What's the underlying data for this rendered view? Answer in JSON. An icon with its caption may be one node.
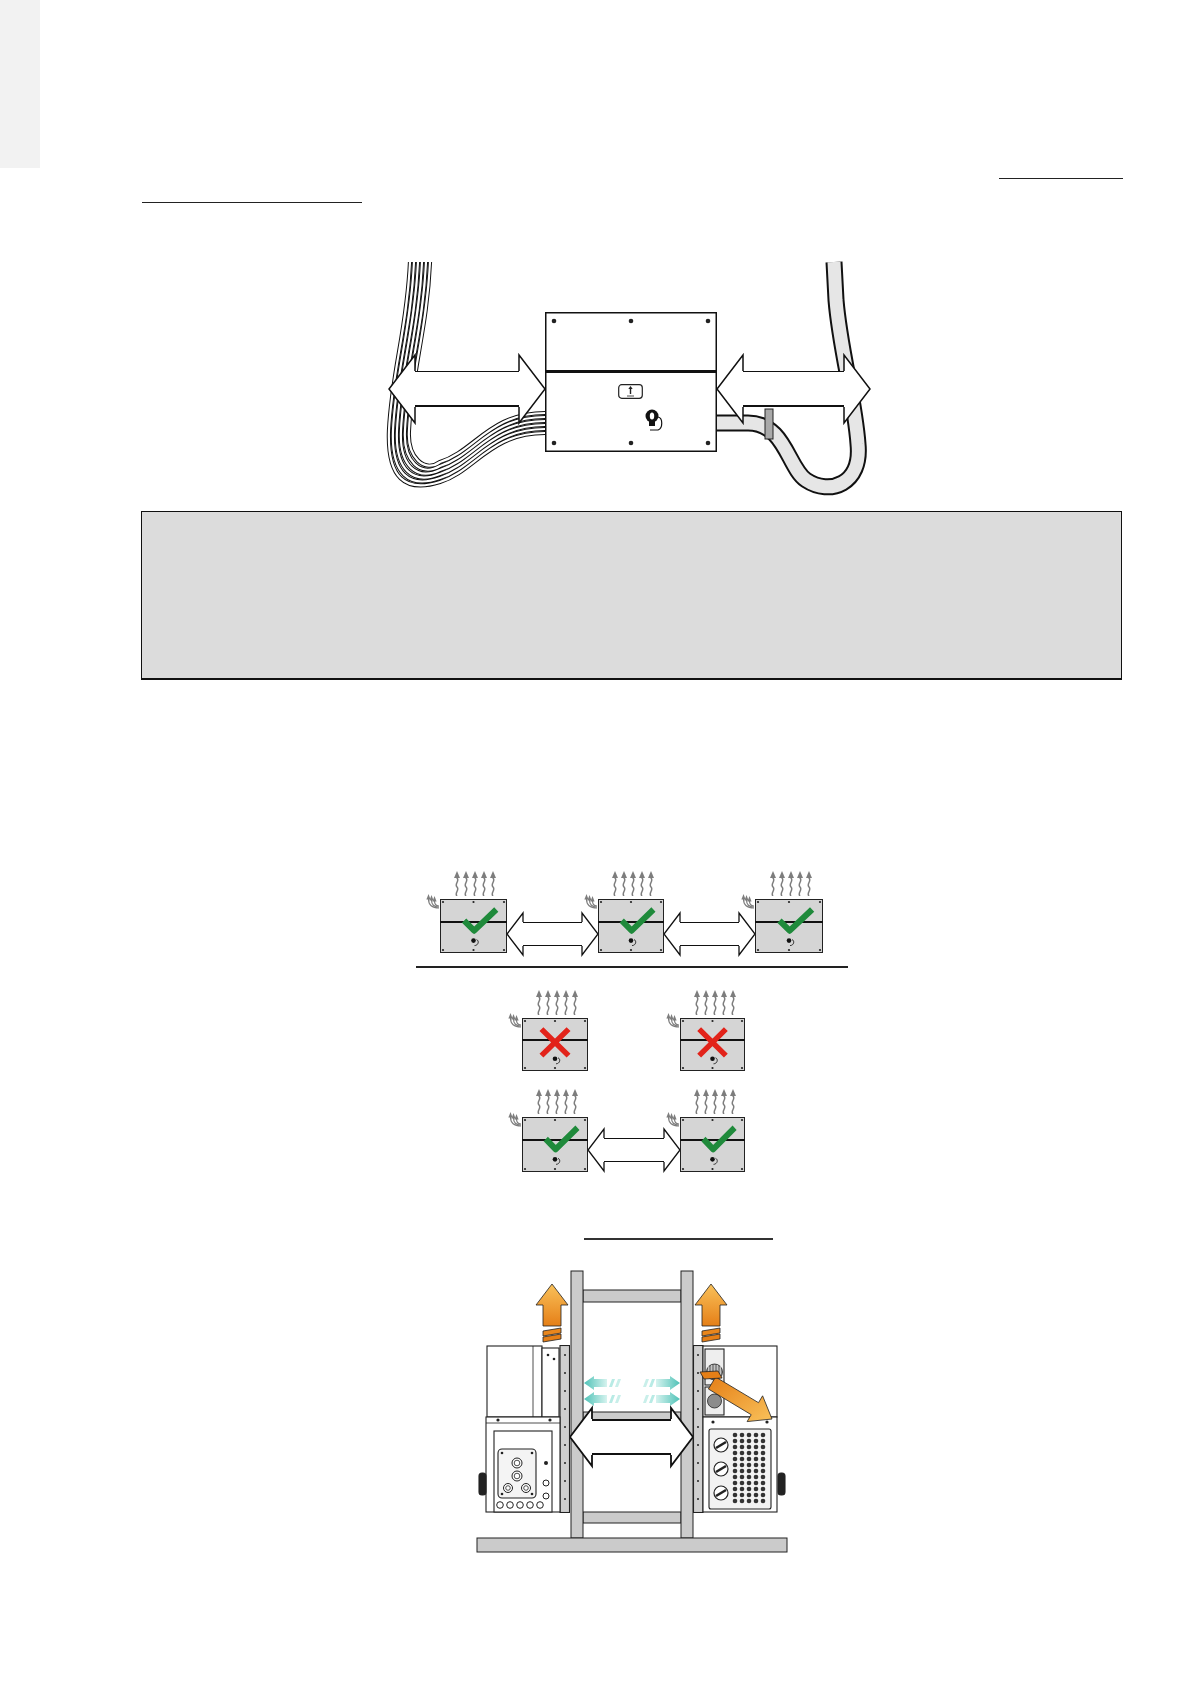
{
  "diagram": {
    "nodes": [
      {
        "text": [],
        "shape": "picture"
      },
      {
        "text": [],
        "shape": "picture"
      },
      {
        "text": [],
        "shape": "picture"
      },
      {
        "text": [],
        "shape": "picture"
      },
      {
        "text": [],
        "shape": "picture"
      },
      {
        "text": [],
        "shape": "picture"
      },
      {
        "text": [],
        "shape": "picture"
      },
      {
        "text": [],
        "shape": "picture"
      },
      {
        "text": [],
        "shape": "picture"
      },
      {
        "text": [],
        "shape": "picture"
      }
    ],
    "edges": [
      {
        "from": null,
        "to": 0,
        "arrow": "both"
      },
      {
        "from": 0,
        "to": null,
        "arrow": "both"
      },
      {
        "from": 1,
        "to": 2,
        "arrow": "both"
      },
      {
        "from": 2,
        "to": 3,
        "arrow": "both"
      },
      {
        "from": 6,
        "to": 7,
        "arrow": "both"
      },
      {
        "from": 8,
        "to": 9,
        "arrow": "both"
      }
    ]
  }
}
